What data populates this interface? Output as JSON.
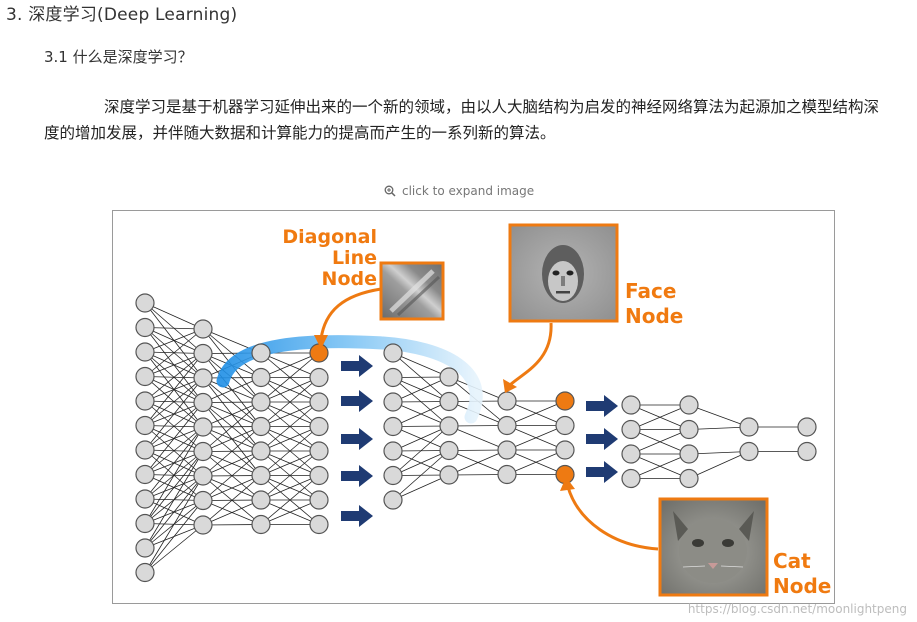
{
  "heading": "3.  深度学习(Deep Learning)",
  "subheading": "3.1 什么是深度学习？",
  "paragraph": "深度学习是基于机器学习延伸出来的一个新的领域，由以人大脑结构为启发的神经网络算法为起源加之模型结构深度的增加发展，并伴随大数据和计算能力的提高而产生的一系列新的算法。",
  "expand_hint": "click to expand image",
  "figure": {
    "labels": {
      "diagonal": "Diagonal\nLine\nNode",
      "face": "Face\nNode",
      "cat": "Cat\nNode"
    },
    "colors": {
      "node_fill": "#d9d9d9",
      "node_stroke": "#555555",
      "highlight": "#ee7a12",
      "arrow": "#1f3b73",
      "swoosh": "#49a7ec"
    }
  },
  "watermark": "https://blog.csdn.net/moonlightpeng"
}
